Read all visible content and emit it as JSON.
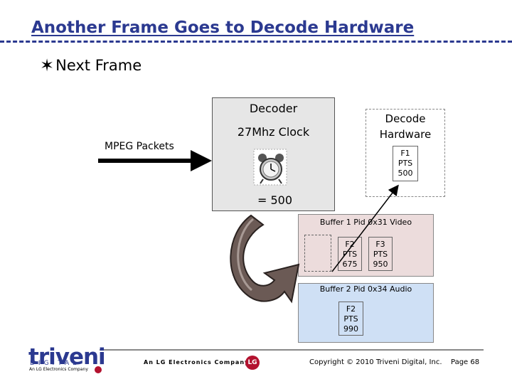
{
  "slide": {
    "title": "Another Frame Goes to Decode Hardware",
    "bullet": "Next Frame"
  },
  "decoder": {
    "label": "Decoder",
    "clock_label": "27Mhz Clock",
    "clock_value": "= 500"
  },
  "input": {
    "label": "MPEG Packets"
  },
  "decode_hardware": {
    "label_line1": "Decode",
    "label_line2": "Hardware",
    "frame": {
      "name": "F1",
      "pts_label": "PTS",
      "pts": "500"
    }
  },
  "buffers": [
    {
      "label": "Buffer 1 Pid 0x31 Video",
      "frames": [
        {
          "name": "F2",
          "pts_label": "PTS",
          "pts": "675"
        },
        {
          "name": "F3",
          "pts_label": "PTS",
          "pts": "950"
        }
      ]
    },
    {
      "label": "Buffer 2 Pid 0x34 Audio",
      "frames": [
        {
          "name": "F2",
          "pts_label": "PTS",
          "pts": "990"
        }
      ]
    }
  ],
  "footer": {
    "logo_name": "triveni",
    "logo_sub": "DIGITAL",
    "logo_tag": "An LG Electronics Company",
    "company_text": "An LG Electronics Company",
    "lg_mark": "LG",
    "copyright": "Copyright © 2010 Triveni Digital, Inc.",
    "page": "Page 68"
  },
  "colors": {
    "title": "#2b3990",
    "decoder_fill": "#e6e6e6",
    "video_buffer_fill": "#ecdcdc",
    "audio_buffer_fill": "#cfe0f5",
    "lg_red": "#b3122f"
  },
  "icons": {
    "bullet": "star-bullet-icon",
    "clock": "alarm-clock-icon",
    "loop_arrow": "curved-arrow-icon"
  }
}
